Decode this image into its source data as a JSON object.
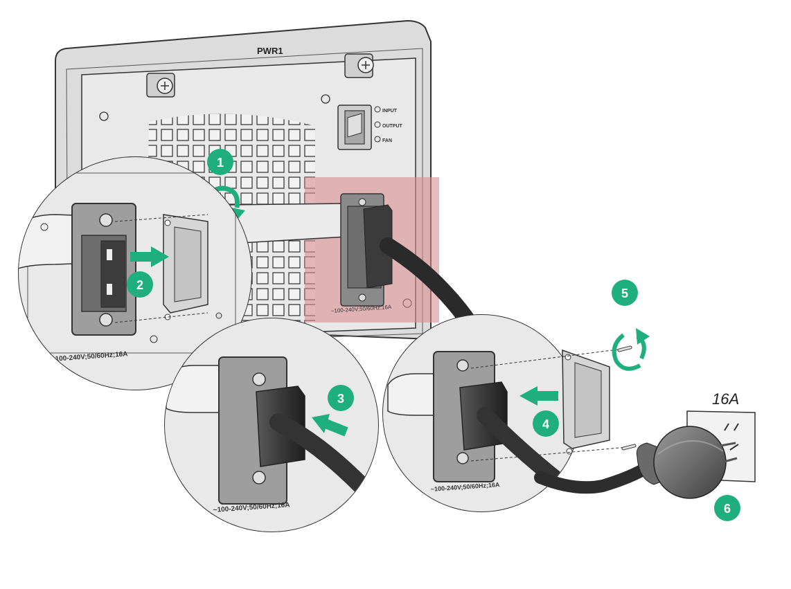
{
  "diagram": {
    "psu_label": "PWR1",
    "led_labels": [
      "INPUT",
      "OUTPUT",
      "FAN"
    ],
    "rating_label": "~100-240V;50/60Hz;16A",
    "plug_rating": "16A",
    "steps": [
      "1",
      "2",
      "3",
      "4",
      "5",
      "6"
    ]
  },
  "colors": {
    "step_badge": "#1fae7e",
    "arrow": "#1fae7e",
    "highlight": "#e3a9ab",
    "panel": "#e9e9ea",
    "cable": "#2d2d2d"
  },
  "icons": [
    "rotate-icon",
    "push-arrow-icon",
    "screw-icon",
    "power-plug-icon"
  ]
}
